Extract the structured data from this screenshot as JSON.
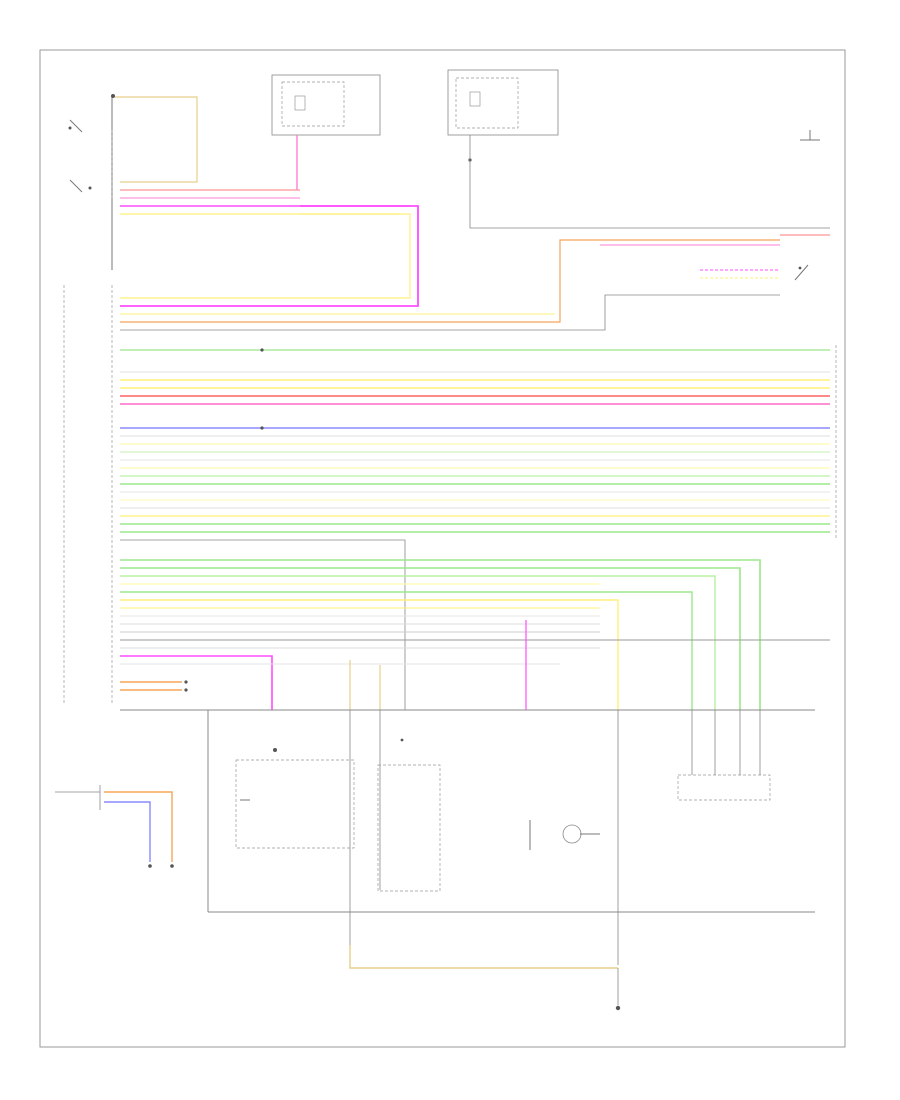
{
  "diagram": {
    "footer_code": "",
    "components": [
      {
        "id": "switch-top-left",
        "label": ""
      },
      {
        "id": "fuse-box-1",
        "label": ""
      },
      {
        "id": "fuse-box-2",
        "label": ""
      },
      {
        "id": "right-upper-component",
        "label": ""
      },
      {
        "id": "left-control-module",
        "label": ""
      },
      {
        "id": "instrument-cluster",
        "label": ""
      },
      {
        "id": "door-harness",
        "label": ""
      },
      {
        "id": "left-lower-connector",
        "label": ""
      },
      {
        "id": "left-front-door-assembly",
        "label": ""
      },
      {
        "id": "left-mirror-assembly",
        "label": ""
      },
      {
        "id": "ground-point",
        "label": ""
      }
    ],
    "wire_colors": {
      "orange": "#f5a55a",
      "pink": "#ff7fd0",
      "magenta": "#ff4dff",
      "yellow": "#fff07a",
      "green": "#9be88b",
      "red": "#ff7a7a",
      "blue": "#8a8aff",
      "gray": "#cccccc",
      "dark": "#777777",
      "tan": "#e6cf8a"
    }
  }
}
